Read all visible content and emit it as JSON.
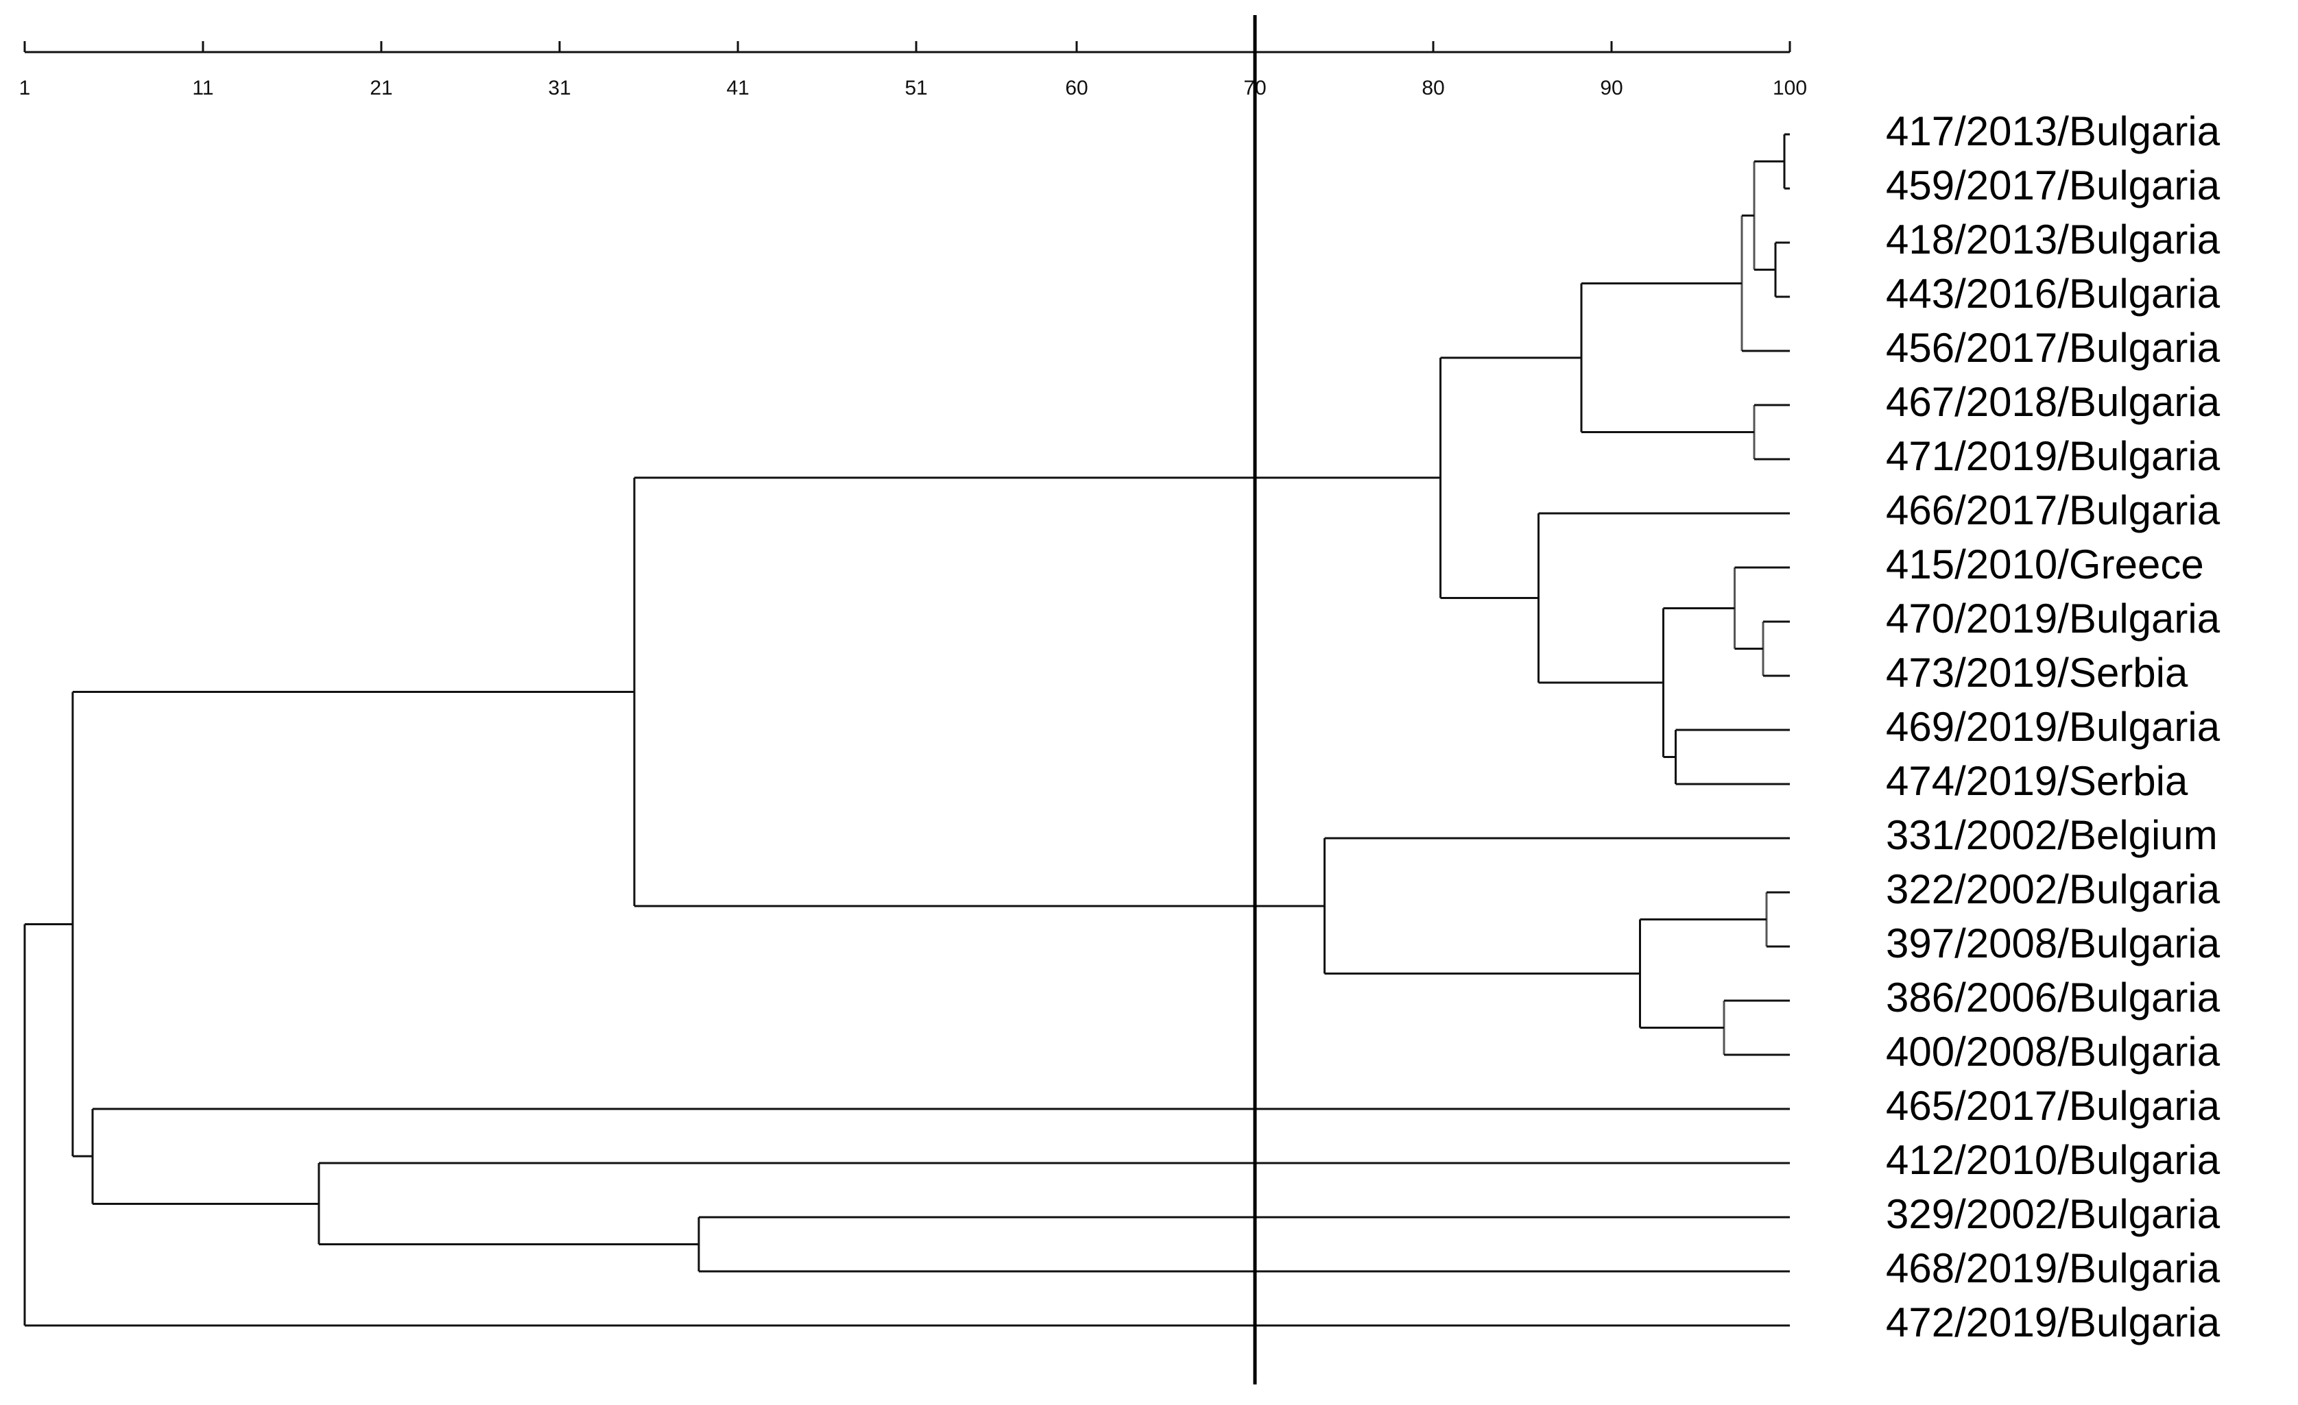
{
  "chart_data": {
    "type": "dendrogram",
    "axis": {
      "ticks": [
        1,
        11,
        21,
        31,
        41,
        51,
        60,
        70,
        80,
        90,
        100
      ],
      "range": [
        1,
        100
      ]
    },
    "cutoff_value": 70,
    "leaves": [
      "417/2013/Bulgaria",
      "459/2017/Bulgaria",
      "418/2013/Bulgaria",
      "443/2016/Bulgaria",
      "456/2017/Bulgaria",
      "467/2018/Bulgaria",
      "471/2019/Bulgaria",
      "466/2017/Bulgaria",
      "415/2010/Greece",
      "470/2019/Bulgaria",
      "473/2019/Serbia",
      "469/2019/Bulgaria",
      "474/2019/Serbia",
      "331/2002/Belgium",
      "322/2002/Bulgaria",
      "397/2008/Bulgaria",
      "386/2006/Bulgaria",
      "400/2008/Bulgaria",
      "465/2017/Bulgaria",
      "412/2010/Bulgaria",
      "329/2002/Bulgaria",
      "468/2019/Bulgaria",
      "472/2019/Bulgaria"
    ],
    "merges": [
      {
        "id": "n1",
        "similarity": 99.7,
        "children": [
          0,
          1
        ]
      },
      {
        "id": "n2",
        "similarity": 99.2,
        "children": [
          2,
          3
        ]
      },
      {
        "id": "n3",
        "similarity": 98.0,
        "children": [
          "n1",
          "n2"
        ]
      },
      {
        "id": "n4",
        "similarity": 97.3,
        "children": [
          "n3",
          4
        ]
      },
      {
        "id": "n5",
        "similarity": 98.0,
        "children": [
          5,
          6
        ]
      },
      {
        "id": "n6",
        "similarity": 88.3,
        "children": [
          "n4",
          "n5"
        ]
      },
      {
        "id": "n7",
        "similarity": 98.5,
        "children": [
          9,
          10
        ]
      },
      {
        "id": "n8",
        "similarity": 96.9,
        "children": [
          8,
          "n7"
        ]
      },
      {
        "id": "n9",
        "similarity": 93.6,
        "children": [
          11,
          12
        ]
      },
      {
        "id": "n10",
        "similarity": 92.9,
        "children": [
          "n8",
          "n9"
        ]
      },
      {
        "id": "n11",
        "similarity": 85.9,
        "children": [
          7,
          "n10"
        ]
      },
      {
        "id": "n12",
        "similarity": 80.4,
        "children": [
          "n6",
          "n11"
        ]
      },
      {
        "id": "n13",
        "similarity": 98.7,
        "children": [
          14,
          15
        ]
      },
      {
        "id": "n14",
        "similarity": 96.3,
        "children": [
          16,
          17
        ]
      },
      {
        "id": "n15",
        "similarity": 91.6,
        "children": [
          "n13",
          "n14"
        ]
      },
      {
        "id": "n16",
        "similarity": 73.9,
        "children": [
          13,
          "n15"
        ]
      },
      {
        "id": "n17",
        "similarity": 35.2,
        "children": [
          "n12",
          "n16"
        ]
      },
      {
        "id": "n18",
        "similarity": 38.8,
        "children": [
          20,
          21
        ]
      },
      {
        "id": "n19",
        "similarity": 17.5,
        "children": [
          19,
          "n18"
        ]
      },
      {
        "id": "n20",
        "similarity": 4.8,
        "children": [
          18,
          "n19"
        ]
      },
      {
        "id": "n21",
        "similarity": 3.7,
        "children": [
          "n17",
          "n20"
        ]
      },
      {
        "id": "n22",
        "similarity": 1.0,
        "children": [
          "n21",
          22
        ]
      }
    ]
  }
}
